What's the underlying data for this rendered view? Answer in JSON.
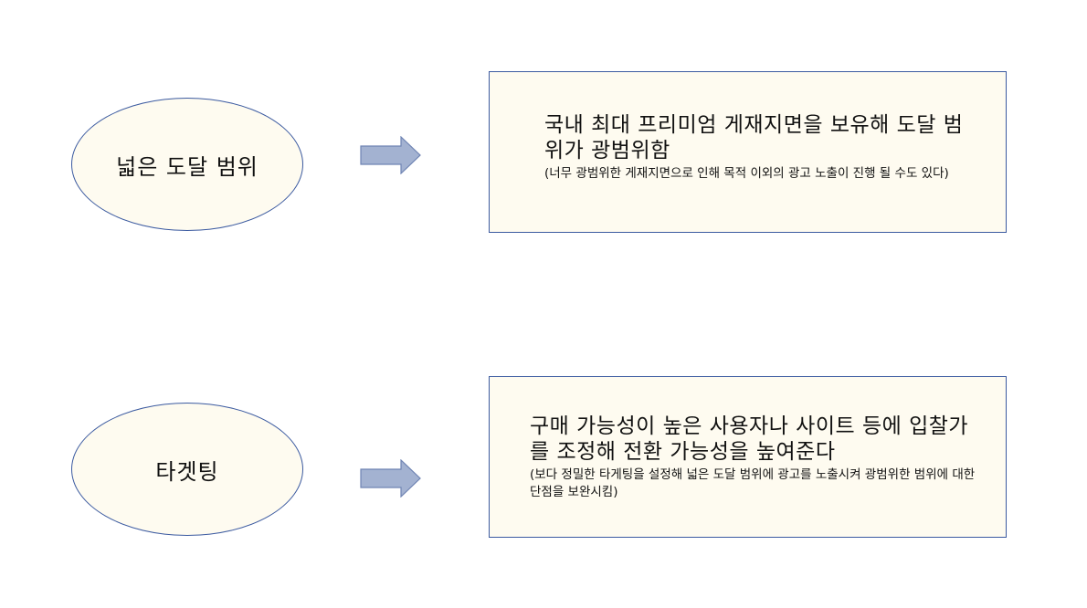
{
  "rows": [
    {
      "ellipse_label": "넓은 도달 범위",
      "main_text": "국내 최대 프리미엄 게재지면을 보유해 도달 범위가 광범위함",
      "sub_text": "(너무 광범위한 게재지면으로 인해 목적 이외의 광고 노출이 진행 될 수도 있다)"
    },
    {
      "ellipse_label": "타겟팅",
      "main_text": "구매 가능성이 높은 사용자나 사이트 등에 입찰가를 조정해 전환 가능성을 높여준다",
      "sub_text": "(보다 정밀한 타게팅을 설정해 넓은 도달 범위에 광고를 노출시켜 광범위한 범위에 대한 단점을 보완시킴)"
    }
  ],
  "colors": {
    "outline": "#3b5aa0",
    "fill": "#fefbf0",
    "arrow_fill": "#a3b2d1",
    "arrow_stroke": "#6f84b3"
  }
}
